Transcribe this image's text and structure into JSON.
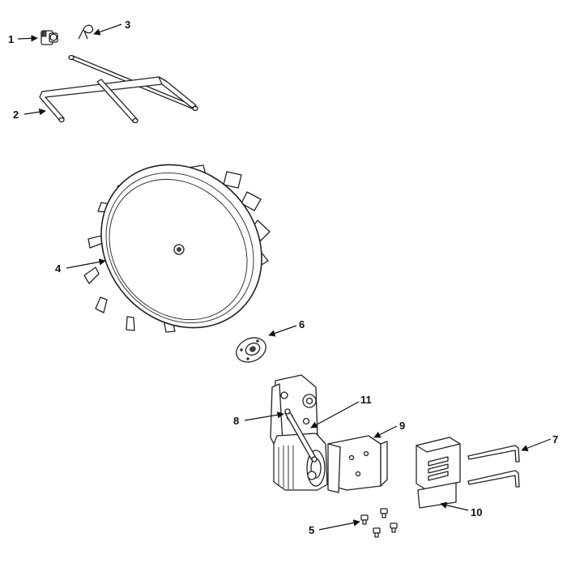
{
  "accent_color": "#111111",
  "callouts": [
    {
      "label": "1",
      "part": "clamp-fitting"
    },
    {
      "label": "2",
      "part": "t-handle-rod"
    },
    {
      "label": "3",
      "part": "hairpin-clip"
    },
    {
      "label": "4",
      "part": "spiked-wheel"
    },
    {
      "label": "5",
      "part": "screws"
    },
    {
      "label": "6",
      "part": "hub-flange"
    },
    {
      "label": "7",
      "part": "hex-keys"
    },
    {
      "label": "8",
      "part": "gear-motor-assembly"
    },
    {
      "label": "9",
      "part": "mounting-bracket"
    },
    {
      "label": "10",
      "part": "louvered-cover"
    },
    {
      "label": "11",
      "part": "linkage-arm"
    }
  ]
}
